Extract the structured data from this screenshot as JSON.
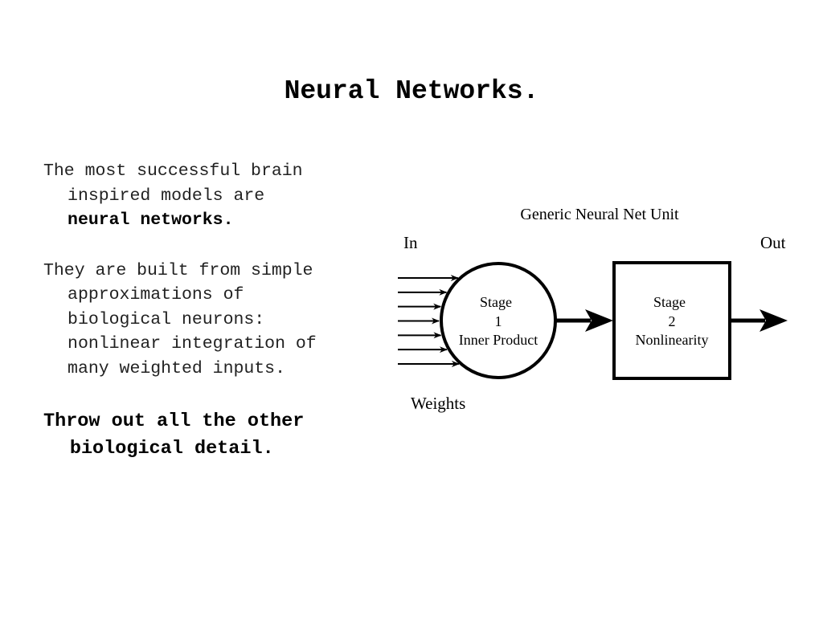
{
  "slide": {
    "title": "Neural Networks."
  },
  "bullets": {
    "b1_line1": "The most successful brain",
    "b1_line2": "inspired models are",
    "b1_line3": "neural networks.",
    "b2_line1": "They are built from simple",
    "b2_line2": "approximations of",
    "b2_line3": "biological neurons:",
    "b2_line4": "nonlinear integration of",
    "b2_line5": "many weighted inputs.",
    "b3_line1": "Throw out all the other",
    "b3_line2": "biological detail."
  },
  "diagram": {
    "title": "Generic Neural Net Unit",
    "in_label": "In",
    "out_label": "Out",
    "weights_label": "Weights",
    "stage1": {
      "line1": "Stage",
      "line2": "1",
      "line3": "Inner Product"
    },
    "stage2": {
      "line1": "Stage",
      "line2": "2",
      "line3": "Nonlinearity"
    },
    "input_arrow_count": 7
  }
}
